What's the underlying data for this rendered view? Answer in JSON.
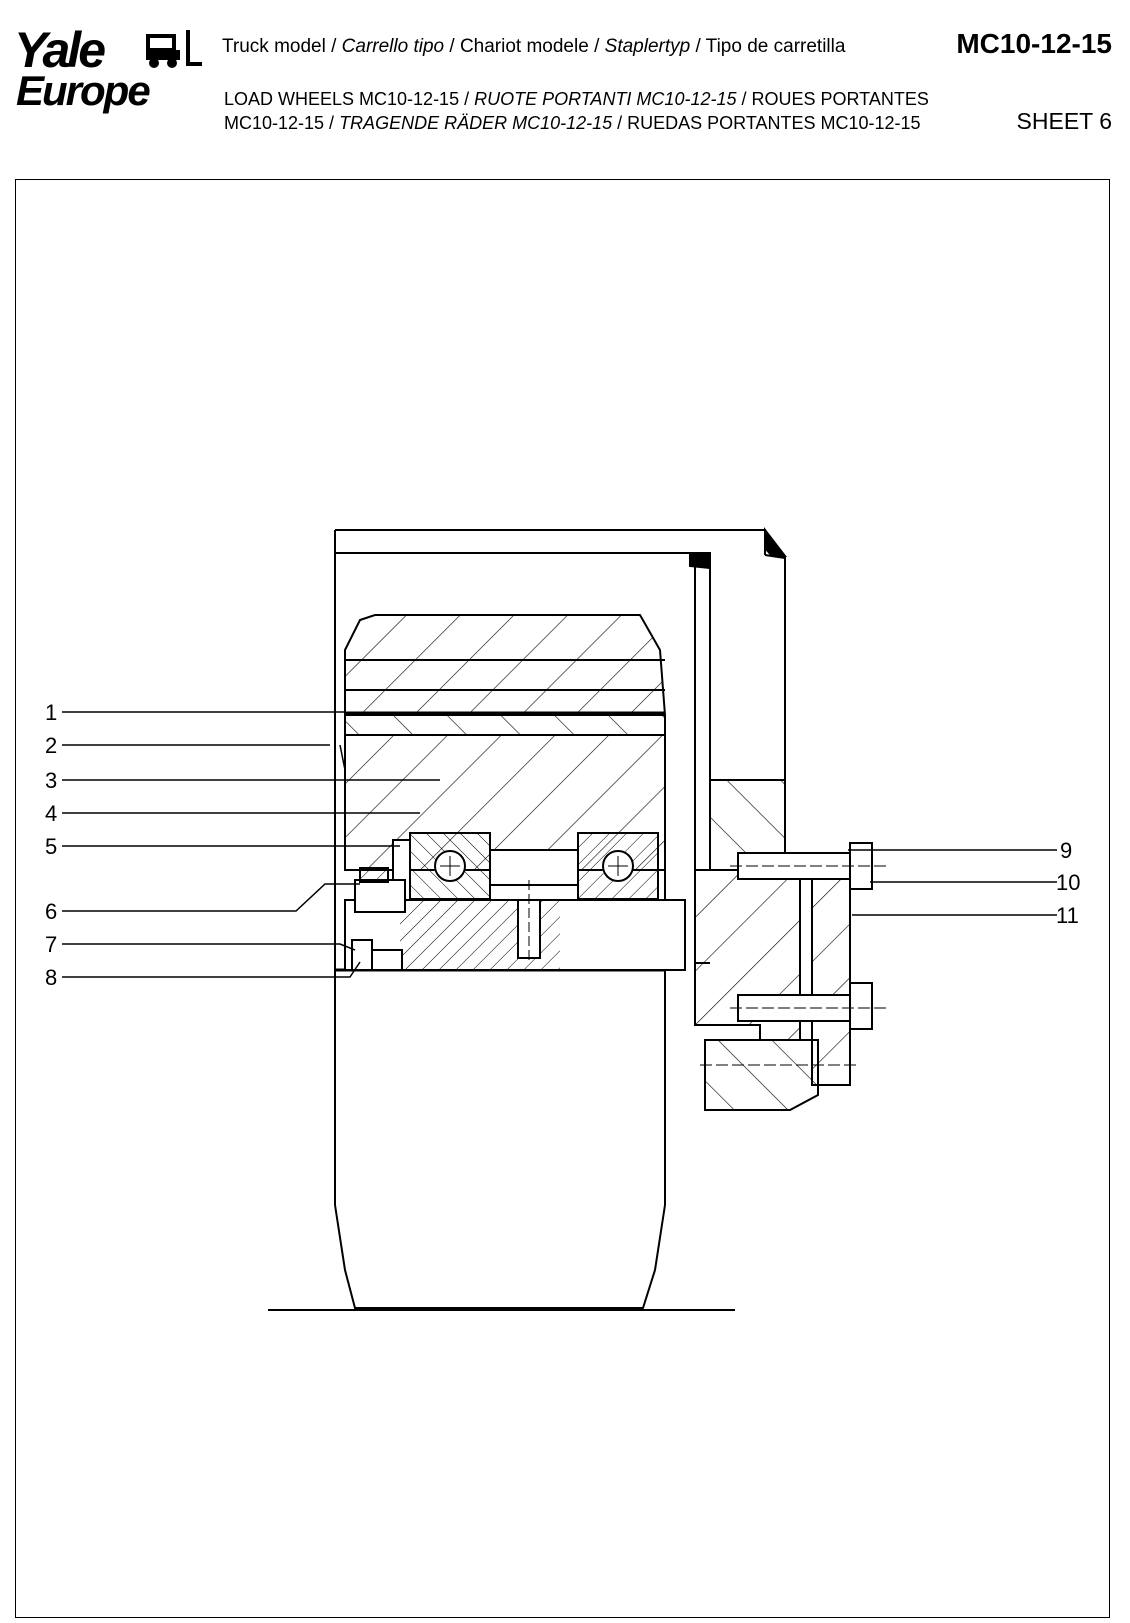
{
  "logo": {
    "line1": "Yale",
    "line2": "Europe"
  },
  "header": {
    "truck_model_line": [
      {
        "text": "Truck model / ",
        "italic": false
      },
      {
        "text": "Carrello tipo",
        "italic": true
      },
      {
        "text": " / Chariot modele / ",
        "italic": false
      },
      {
        "text": "Staplertyp",
        "italic": true
      },
      {
        "text": " / Tipo de carretilla",
        "italic": false
      }
    ],
    "model_code": "MC10-12-15",
    "title_line1": [
      {
        "text": "LOAD WHEELS MC10-12-15 / ",
        "italic": false
      },
      {
        "text": "RUOTE PORTANTI MC10-12-15",
        "italic": true
      },
      {
        "text": " / ROUES PORTANTES",
        "italic": false
      }
    ],
    "title_line2": [
      {
        "text": "MC10-12-15 / ",
        "italic": false
      },
      {
        "text": "TRAGENDE RÄDER MC10-12-15",
        "italic": true
      },
      {
        "text": " / RUEDAS PORTANTES MC10-12-15",
        "italic": false
      }
    ],
    "sheet": "SHEET 6"
  },
  "callouts": {
    "c1": "1",
    "c2": "2",
    "c3": "3",
    "c4": "4",
    "c5": "5",
    "c6": "6",
    "c7": "7",
    "c8": "8",
    "c9": "9",
    "c10": "10",
    "c11": "11"
  }
}
